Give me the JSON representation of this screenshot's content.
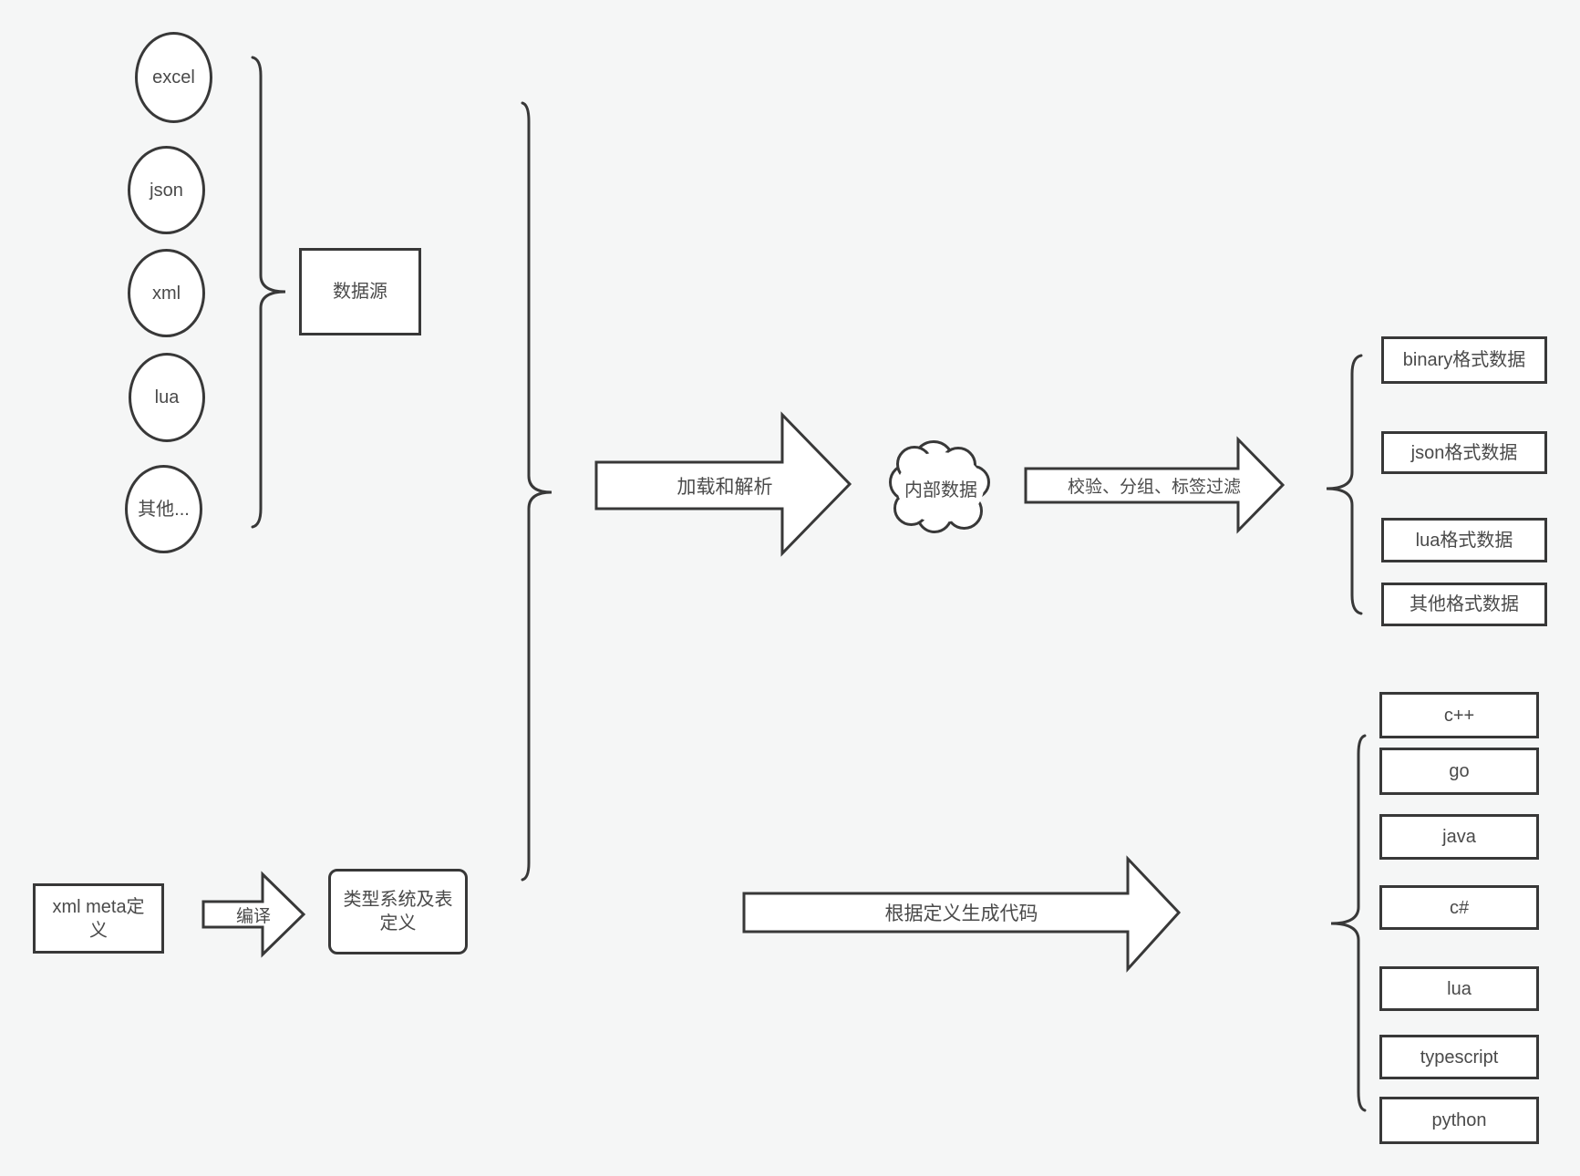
{
  "colors": {
    "background": "#f5f6f6",
    "stroke": "#383838",
    "text": "#4a4a4a",
    "shape_fill": "#ffffff"
  },
  "sources": {
    "items": [
      "excel",
      "json",
      "xml",
      "lua",
      "其他..."
    ],
    "group_label": "数据源"
  },
  "pipeline": {
    "load_arrow_label": "加载和解析",
    "internal_data_label": "内部数据",
    "filter_arrow_label": "校验、分组、标签过滤",
    "output_formats": [
      "binary格式数据",
      "json格式数据",
      "lua格式数据",
      "其他格式数据"
    ]
  },
  "codegen": {
    "meta_box_label": "xml meta定义",
    "compile_arrow_label": "编译",
    "typedef_box_label": "类型系统及表定义",
    "generate_arrow_label": "根据定义生成代码",
    "languages": [
      "c++",
      "go",
      "java",
      "c#",
      "lua",
      "typescript",
      "python"
    ]
  }
}
